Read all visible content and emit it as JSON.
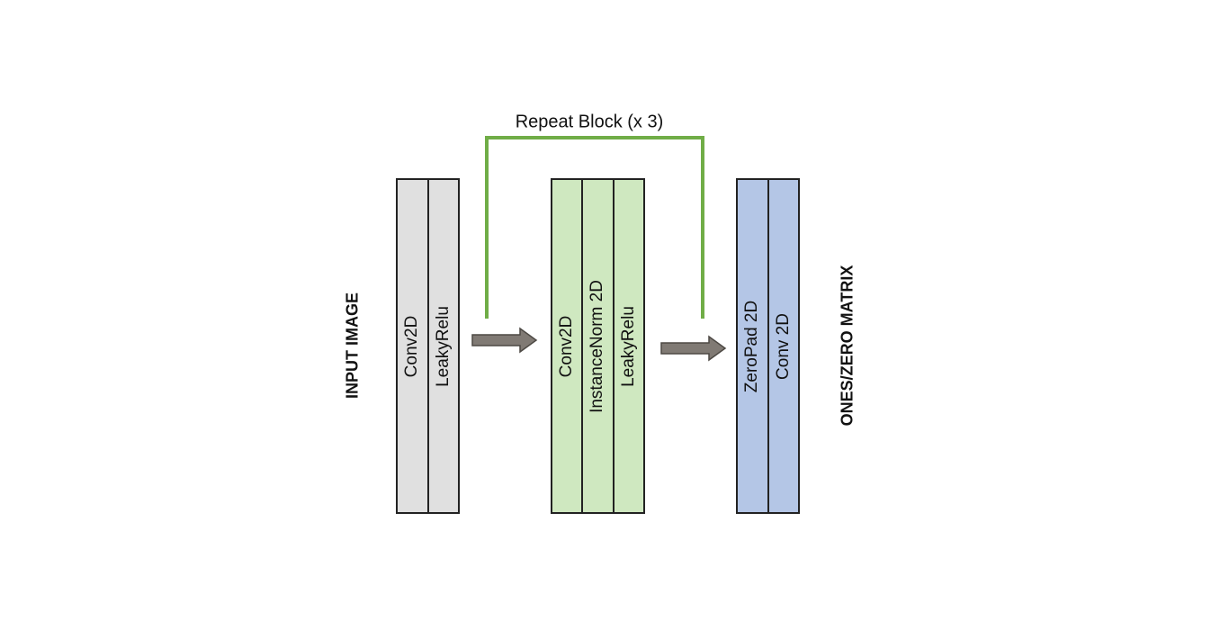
{
  "diagram": {
    "input_label": "INPUT IMAGE",
    "output_label": "ONES/ZERO MATRIX",
    "repeat_label": "Repeat Block (x 3)",
    "blocks": [
      {
        "id": "initial",
        "fill": "#e0e0e0",
        "layers": [
          "Conv2D",
          "LeakyRelu"
        ]
      },
      {
        "id": "repeat",
        "fill": "#cfe8c0",
        "layers": [
          "Conv2D",
          "InstanceNorm 2D",
          "LeakyRelu"
        ]
      },
      {
        "id": "final",
        "fill": "#b4c6e6",
        "layers": [
          "ZeroPad 2D",
          "Conv 2D"
        ]
      }
    ],
    "colors": {
      "arrow": "#807a74",
      "arrow_stroke": "#4d4944",
      "bracket": "#70ad47",
      "border": "#222222"
    }
  }
}
